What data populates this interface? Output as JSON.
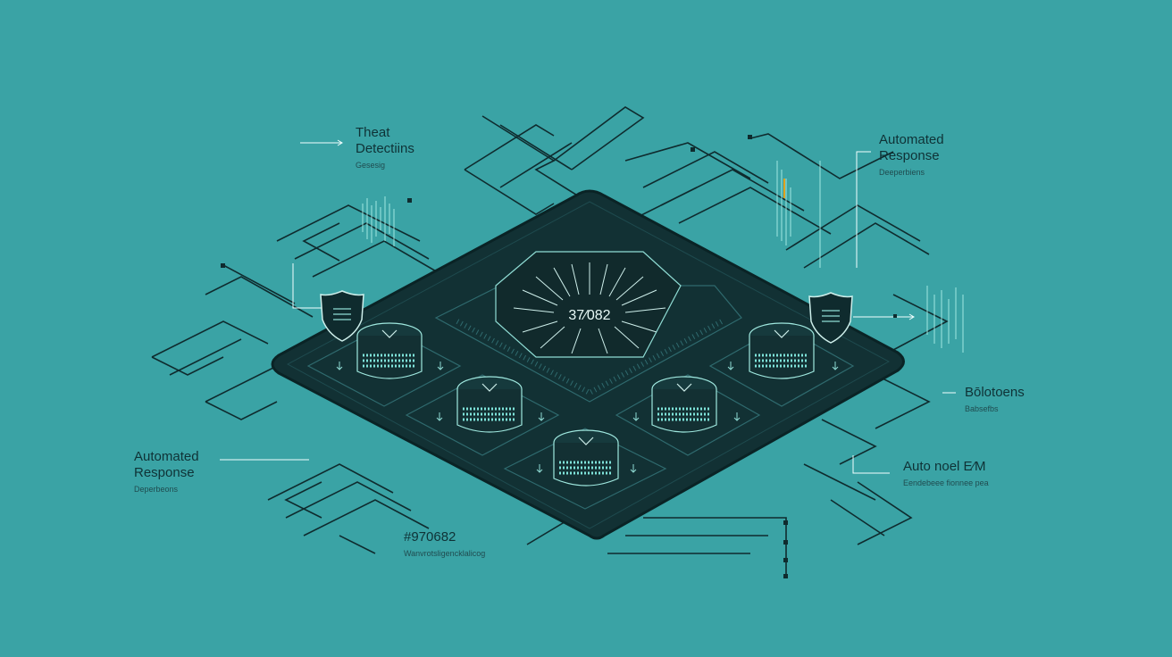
{
  "colors": {
    "background": "#3aa3a5",
    "platform": "#123134",
    "line": "#0f2b2e",
    "glow": "#7fe3da",
    "accent": "#e0a21c"
  },
  "center_readout": "37⁄082",
  "labels": {
    "top_left": {
      "title": "Theat\nDetectiins",
      "sub": "Gesesig"
    },
    "top_right": {
      "title": "Automated\nResponse",
      "sub": "Deeperbiens"
    },
    "mid_left": {
      "title": "Automated\nResponse",
      "sub": "Deperbeons"
    },
    "mid_right": {
      "title": "Bōlotoens",
      "sub": "Babsefbs"
    },
    "low_right": {
      "title": "Auto noel E⁄M",
      "sub": "Eendebeee fionnee pea"
    },
    "bottom": {
      "title": "#970682",
      "sub": "Wanvrotsligencklalicog"
    }
  },
  "icons": [
    "shield-icon",
    "server-node-icon",
    "arrow-icon"
  ]
}
